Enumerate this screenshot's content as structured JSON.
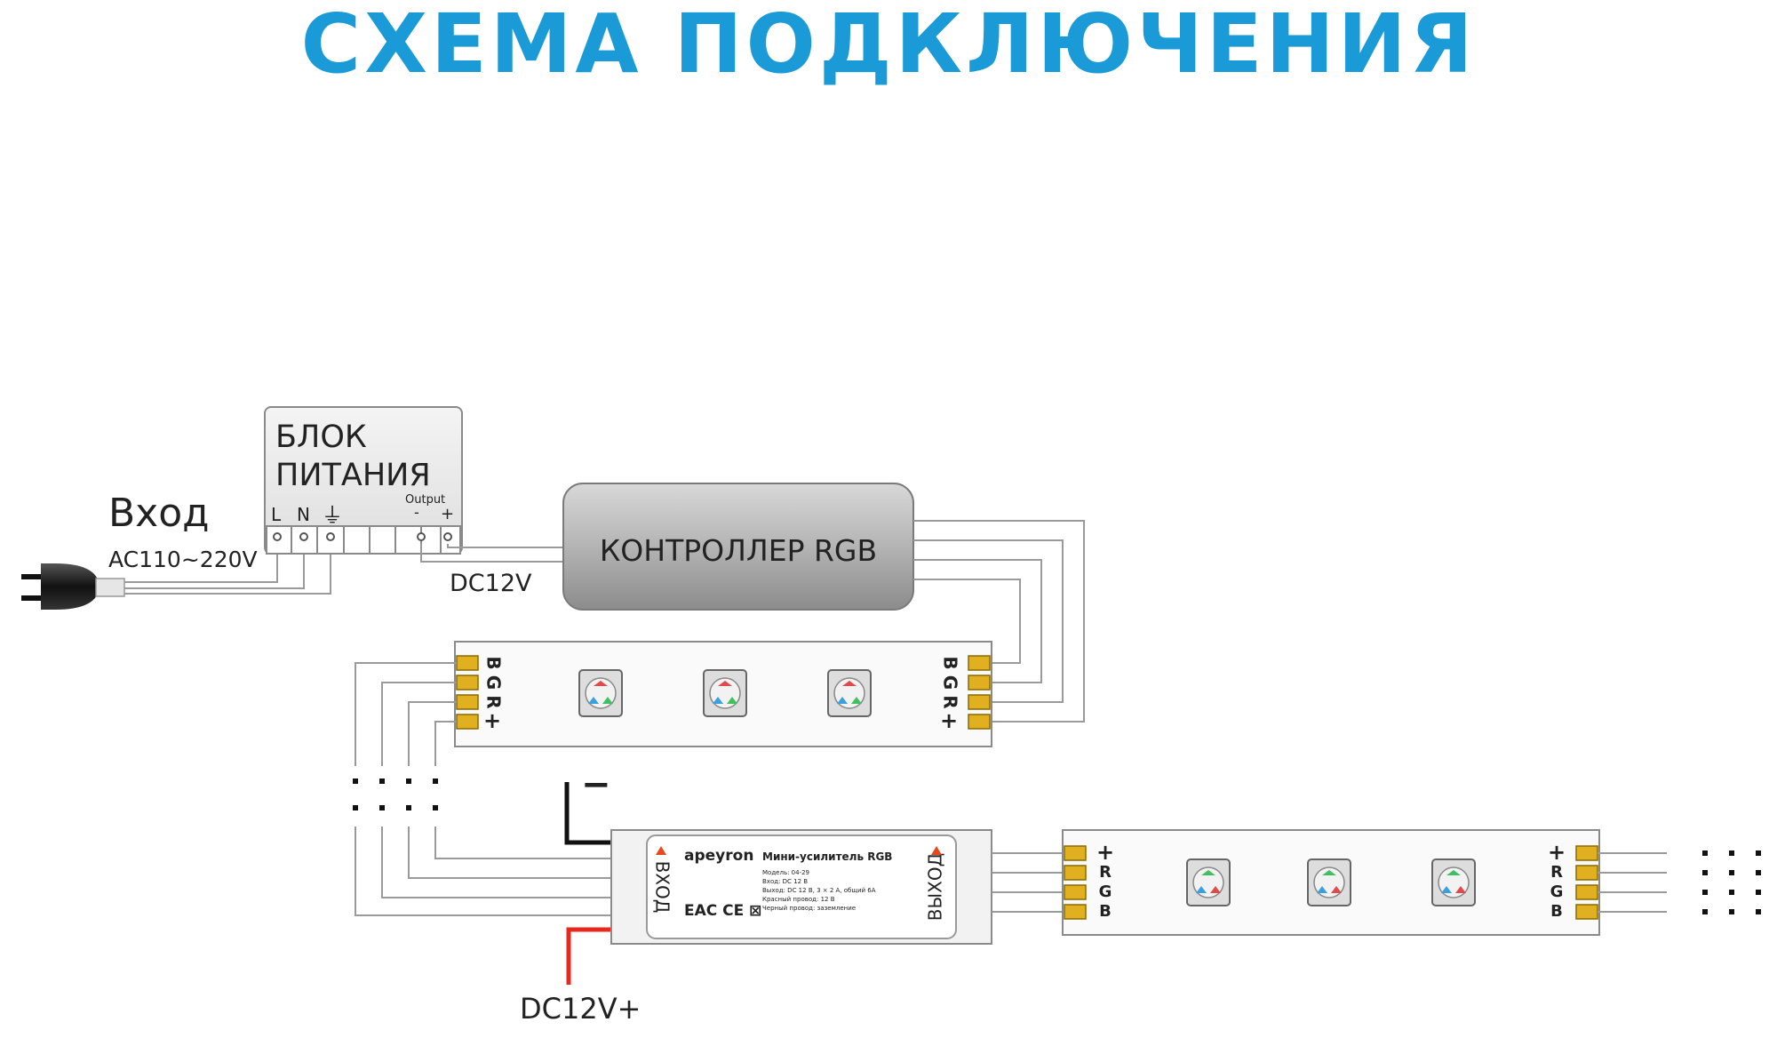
{
  "title": "СХЕМА ПОДКЛЮЧЕНИЯ",
  "colors": {
    "title": "#1a9ad7",
    "wire": "#9a9a9a",
    "dc_plus": "#e8281e",
    "pad": "#e0b020"
  },
  "input": {
    "label": "Вход",
    "voltage": "AC110~220V"
  },
  "power_supply": {
    "line1": "БЛОК",
    "line2": "ПИТАНИЯ",
    "terminal_l": "L",
    "terminal_n": "N",
    "terminal_ground": "⏚",
    "output_label": "Output",
    "output_minus": "-",
    "output_plus": "+"
  },
  "dc_out_label": "DC12V",
  "controller": {
    "label": "КОНТРОЛЛЕР RGB"
  },
  "strip_pins": {
    "plus": "+",
    "r": "R",
    "g": "G",
    "b": "B"
  },
  "amplifier": {
    "brand": "apeyron",
    "title": "Мини-усилитель RGB",
    "spec1": "Модель: 04-29",
    "spec2": "Вход: DC 12 В",
    "spec3": "Выход: DC 12 В, 3 × 2 А, общий 6А",
    "spec4": "Красный провод: 12 В",
    "spec5": "Черный провод: заземление",
    "side_in": "ВХОД",
    "side_out": "ВЫХОД",
    "minus": "−",
    "cert": "ЕАС CE ⊠"
  },
  "dc_plus_label": "DC12V+"
}
